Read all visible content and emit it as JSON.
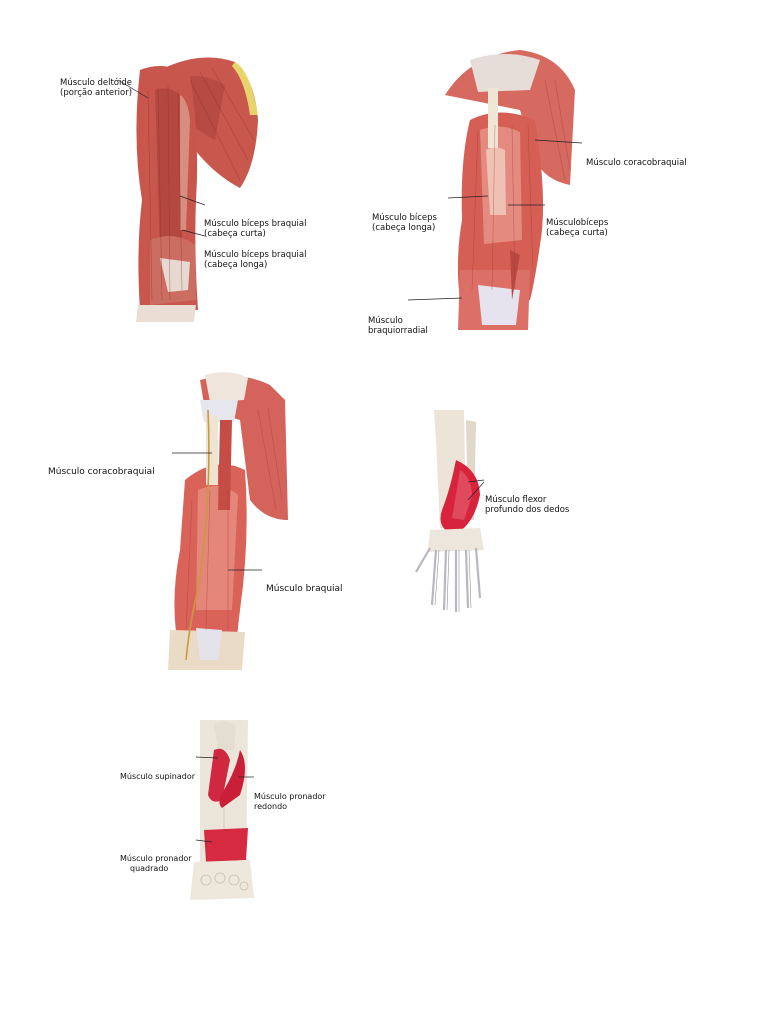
{
  "fig1": {
    "deltoid": [
      "Músculo deltóide",
      "(porção anterior)"
    ],
    "biceps_short": [
      "Músculo bíceps braquial",
      "(cabeça curta)"
    ],
    "biceps_long": [
      "Músculo bíceps braquial",
      "(cabeça longa)"
    ]
  },
  "fig2": {
    "coracobrachialis": "Músculo coracobraquial",
    "biceps_long": [
      "Músculo bíceps",
      "(cabeça longa)"
    ],
    "biceps_short": [
      "Músculobíceps",
      "(cabeça curta)"
    ],
    "brachioradialis": [
      "Músculo",
      "braquiorradial"
    ]
  },
  "fig3": {
    "coracobrachialis": "Músculo coracobraquial",
    "brachialis": "Músculo braquial"
  },
  "fig4": {
    "flexor": [
      "Músculo flexor",
      "profundo dos dedos"
    ]
  },
  "fig5": {
    "supinator": "Músculo supinador",
    "pronator_teres": [
      "Músculo pronador",
      "redondo"
    ],
    "pronator_quadratus": [
      "Músculo pronador",
      "quadrado"
    ]
  }
}
